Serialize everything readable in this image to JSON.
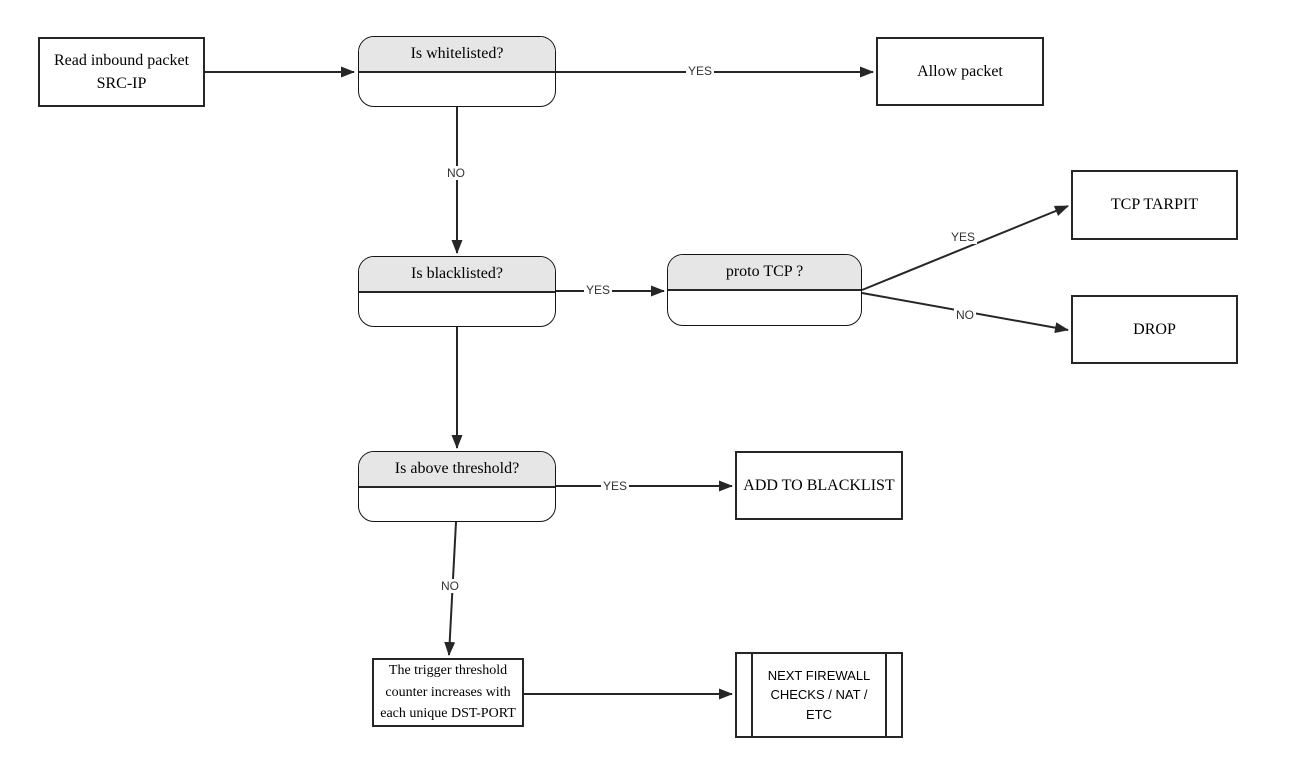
{
  "diagram": {
    "type": "flowchart",
    "topic": "Inbound firewall packet filtering decision flow",
    "nodes": {
      "read_inbound": {
        "label": "Read inbound packet SRC-IP",
        "shape": "process"
      },
      "is_whitelisted": {
        "label": "Is whitelisted?",
        "shape": "decision"
      },
      "allow_packet": {
        "label": "Allow packet",
        "shape": "process"
      },
      "is_blacklisted": {
        "label": "Is blacklisted?",
        "shape": "decision"
      },
      "proto_tcp": {
        "label": "proto TCP ?",
        "shape": "decision"
      },
      "tcp_tarpit": {
        "label": "TCP TARPIT",
        "shape": "process"
      },
      "drop": {
        "label": "DROP",
        "shape": "process"
      },
      "is_above_threshold": {
        "label": "Is above threshold?",
        "shape": "decision"
      },
      "add_to_blacklist": {
        "label": "ADD TO BLACKLIST",
        "shape": "process"
      },
      "trigger_threshold": {
        "label": "The trigger threshold counter increases with each unique DST-PORT",
        "shape": "process"
      },
      "next_firewall": {
        "label": "NEXT FIREWALL CHECKS / NAT / ETC",
        "shape": "predefined-process"
      }
    },
    "edge_labels": {
      "whitelisted_yes": "YES",
      "whitelisted_no": "NO",
      "blacklisted_yes": "YES",
      "prototcp_yes": "YES",
      "prototcp_no": "NO",
      "threshold_yes": "YES",
      "threshold_no": "NO"
    },
    "edges": [
      {
        "from": "read_inbound",
        "to": "is_whitelisted",
        "label": ""
      },
      {
        "from": "is_whitelisted",
        "to": "allow_packet",
        "label": "YES"
      },
      {
        "from": "is_whitelisted",
        "to": "is_blacklisted",
        "label": "NO"
      },
      {
        "from": "is_blacklisted",
        "to": "proto_tcp",
        "label": "YES"
      },
      {
        "from": "is_blacklisted",
        "to": "is_above_threshold",
        "label": ""
      },
      {
        "from": "proto_tcp",
        "to": "tcp_tarpit",
        "label": "YES"
      },
      {
        "from": "proto_tcp",
        "to": "drop",
        "label": "NO"
      },
      {
        "from": "is_above_threshold",
        "to": "add_to_blacklist",
        "label": "YES"
      },
      {
        "from": "is_above_threshold",
        "to": "trigger_threshold",
        "label": "NO"
      },
      {
        "from": "trigger_threshold",
        "to": "next_firewall",
        "label": ""
      }
    ],
    "colors": {
      "background": "#ffffff",
      "node_fill": "#ffffff",
      "decision_header_fill": "#e6e6e6",
      "stroke": "#262626",
      "text": "#000000",
      "edge_label_text": "#333333"
    }
  }
}
